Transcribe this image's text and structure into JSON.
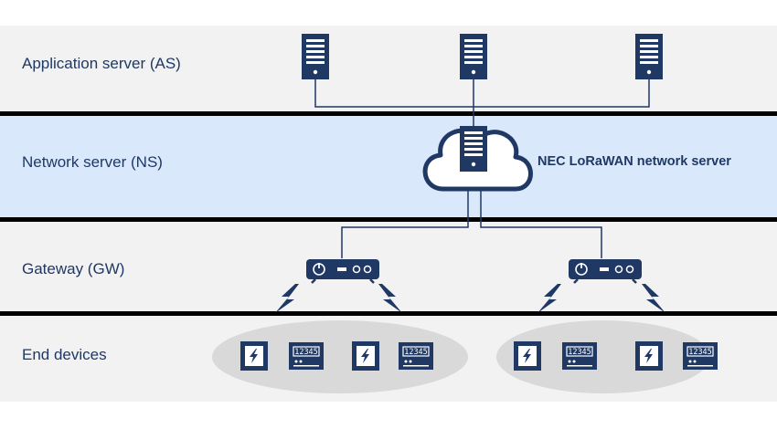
{
  "layers": [
    {
      "id": "as",
      "label": "Application server (AS)"
    },
    {
      "id": "ns",
      "label": "Network server (NS)"
    },
    {
      "id": "gw",
      "label": "Gateway (GW)"
    },
    {
      "id": "ed",
      "label": "End devices"
    }
  ],
  "network_server_name": "NEC LoRaWAN network server",
  "meter_display": "12345",
  "colors": {
    "navy": "#1f3864",
    "band_gray": "#f2f2f2",
    "band_blue": "#dae8fc",
    "divider": "#000000",
    "device_ellipse": "#d9d9d9"
  },
  "icons": [
    "server-icon",
    "cloud-icon",
    "gateway-icon",
    "lightning-icon",
    "power-meter-icon",
    "digital-meter-icon"
  ]
}
